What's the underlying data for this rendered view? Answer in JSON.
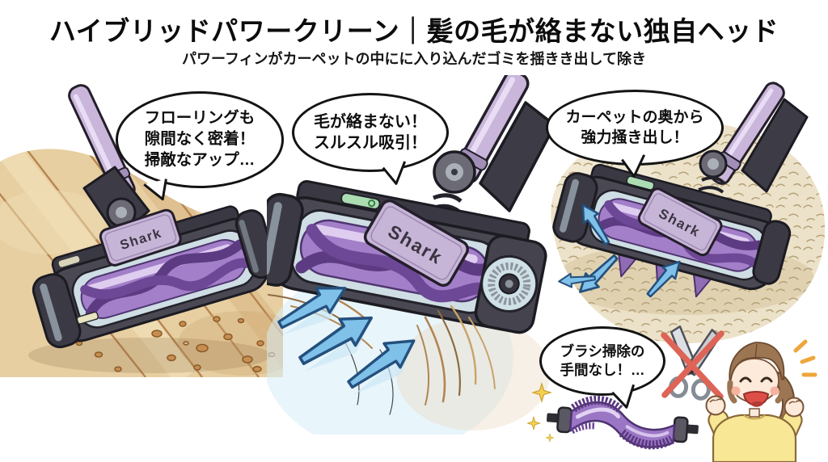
{
  "header": {
    "title": "ハイブリッドパワークリーン｜髪の毛が絡まない独自ヘッド",
    "subtitle": "パワーフィンがカーペットの中にに入り込んだゴミを揺きき出して除き"
  },
  "brand": {
    "label": "Shark"
  },
  "panels": [
    {
      "id": "flooring",
      "lines": [
        "フローリングも",
        "隙間なく密着！",
        "掃敵なアップ…"
      ]
    },
    {
      "id": "hair",
      "lines": [
        "毛が絡まない！",
        "スルスル吸引！"
      ]
    },
    {
      "id": "carpet",
      "lines": [
        "カーペットの奥から",
        "強力掻き出し！"
      ]
    }
  ],
  "footer": {
    "lines": [
      "ブラシ掃除の",
      "手間なし！…"
    ]
  },
  "icons": {
    "no_scissors": "crossed-out-scissors-icon",
    "sparkle": "four-point-star-icon",
    "suction_arrow": "blue-arrow-icon",
    "power_led": "green-power-led-icon"
  },
  "colors": {
    "roller_purple": "#a27fc8",
    "fin_purple": "#5d3b82",
    "wand_lavender": "#c9b6da",
    "body_gray": "#4a4953",
    "arrow_blue": "#7fc1e8",
    "wood_tan": "#e7cfa2",
    "carpet_beige": "#ece2c9",
    "no_red": "#dd6456",
    "sweater_yellow": "#f8e896"
  }
}
